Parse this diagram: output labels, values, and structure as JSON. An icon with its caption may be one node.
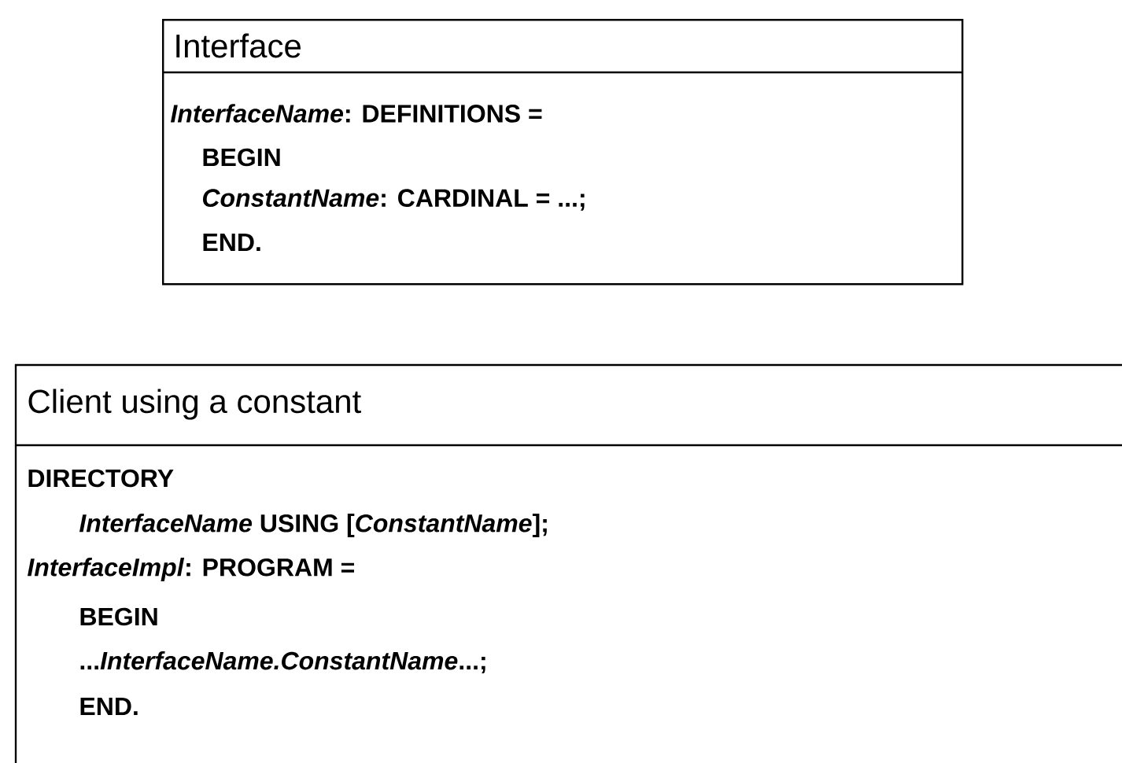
{
  "diagram": {
    "nodes": [
      {
        "text": [
          "Interface",
          "*InterfaceName*: DEFINITIONS =",
          "BEGIN",
          "*ConstantName*: CARDINAL = ...;",
          "END."
        ]
      },
      {
        "text": [
          "Client using a constant",
          "DIRECTORY",
          "*InterfaceName* USING [*ConstantName*];",
          "*InterfaceImpl*: PROGRAM =",
          "BEGIN",
          "...*InterfaceName.ConstantName*...;",
          "END."
        ]
      }
    ]
  }
}
